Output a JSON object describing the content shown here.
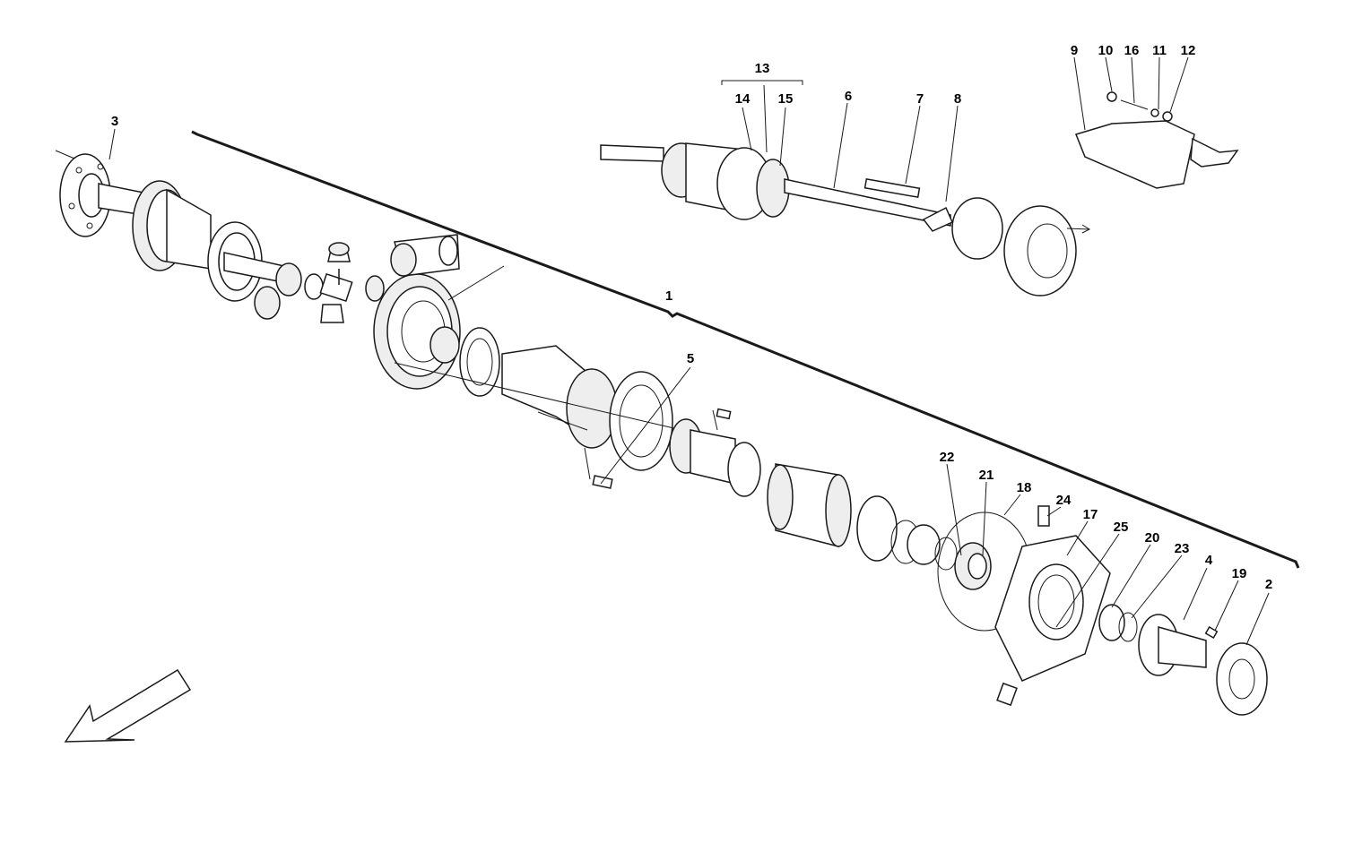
{
  "callouts": [
    {
      "id": "c1",
      "text": "1"
    },
    {
      "id": "c2",
      "text": "2"
    },
    {
      "id": "c3",
      "text": "3"
    },
    {
      "id": "c4",
      "text": "4"
    },
    {
      "id": "c5",
      "text": "5"
    },
    {
      "id": "c6",
      "text": "6"
    },
    {
      "id": "c7",
      "text": "7"
    },
    {
      "id": "c8",
      "text": "8"
    },
    {
      "id": "c9",
      "text": "9"
    },
    {
      "id": "c10",
      "text": "10"
    },
    {
      "id": "c11",
      "text": "11"
    },
    {
      "id": "c12",
      "text": "12"
    },
    {
      "id": "c13",
      "text": "13"
    },
    {
      "id": "c14",
      "text": "14"
    },
    {
      "id": "c15",
      "text": "15"
    },
    {
      "id": "c16",
      "text": "16"
    },
    {
      "id": "c17",
      "text": "17"
    },
    {
      "id": "c18",
      "text": "18"
    },
    {
      "id": "c19",
      "text": "19"
    },
    {
      "id": "c20",
      "text": "20"
    },
    {
      "id": "c21",
      "text": "21"
    },
    {
      "id": "c22",
      "text": "22"
    },
    {
      "id": "c23",
      "text": "23"
    },
    {
      "id": "c24",
      "text": "24"
    },
    {
      "id": "c25",
      "text": "25"
    }
  ],
  "colors": {
    "line": "#1a1a1a",
    "background": "#ffffff"
  }
}
